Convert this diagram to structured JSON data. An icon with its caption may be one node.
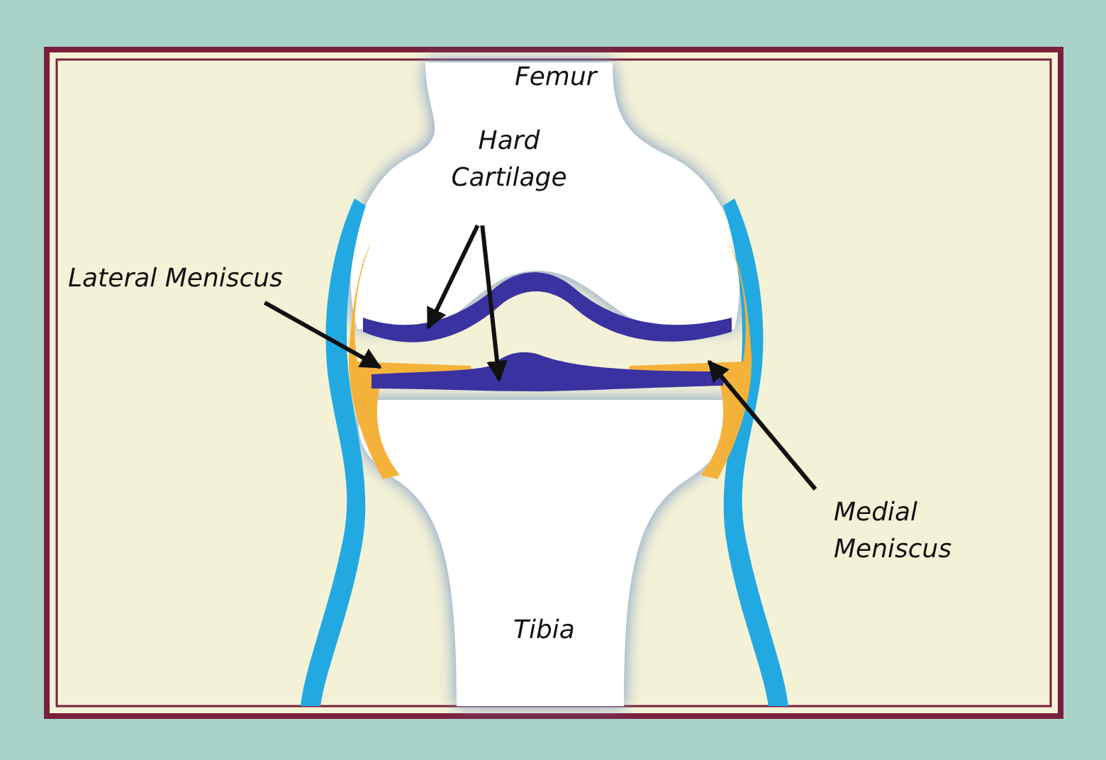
{
  "diagram": {
    "nodes": [
      {
        "text": [
          "Hard Cartilage"
        ]
      },
      {
        "text": [
          "Lateral Meniscus"
        ]
      },
      {
        "text": [
          "Medial Meniscus"
        ]
      }
    ],
    "edges": [
      {
        "from": 0,
        "to": null,
        "arrow": "to"
      },
      {
        "from": 0,
        "to": null,
        "arrow": "to"
      },
      {
        "from": 1,
        "to": null,
        "arrow": "to"
      },
      {
        "from": 2,
        "to": null,
        "arrow": "to"
      }
    ],
    "labels": [
      "Femur",
      "Tibia"
    ]
  }
}
